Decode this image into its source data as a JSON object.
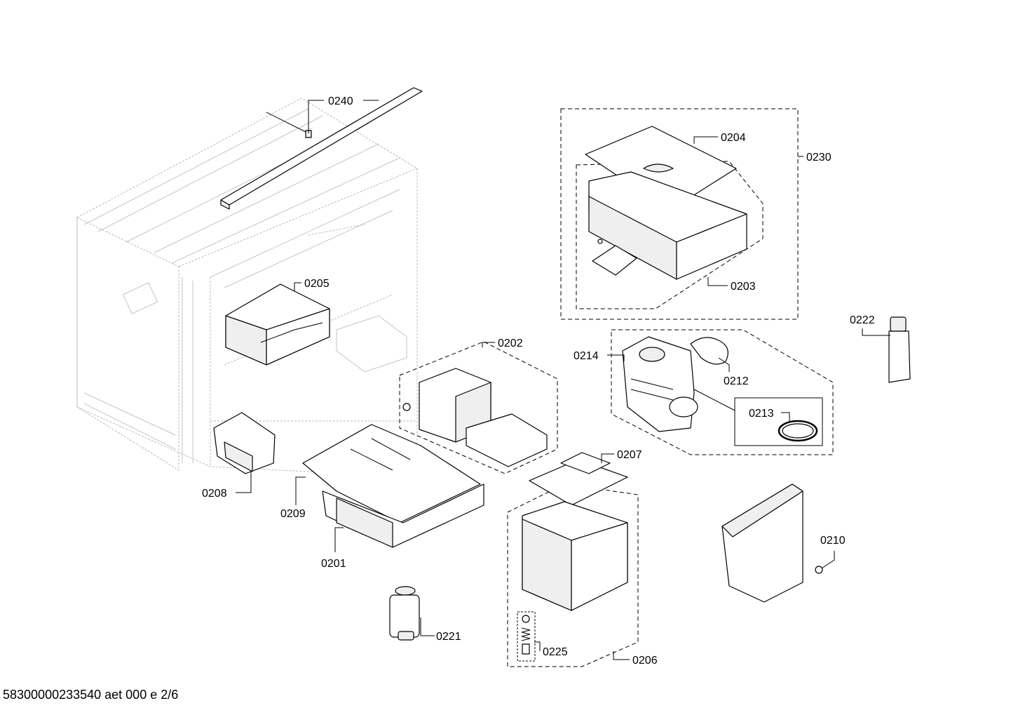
{
  "labels": {
    "p0240": "0240",
    "p0230": "0230",
    "p0204": "0204",
    "p0203": "0203",
    "p0205": "0205",
    "p0202": "0202",
    "p0214": "0214",
    "p0212": "0212",
    "p0213": "0213",
    "p0222": "0222",
    "p0207": "0207",
    "p0208": "0208",
    "p0209": "0209",
    "p0201": "0201",
    "p0210": "0210",
    "p0221": "0221",
    "p0225": "0225",
    "p0206": "0206"
  },
  "footer": {
    "document_code": "58300000233540 aet 000 e 2/6"
  }
}
